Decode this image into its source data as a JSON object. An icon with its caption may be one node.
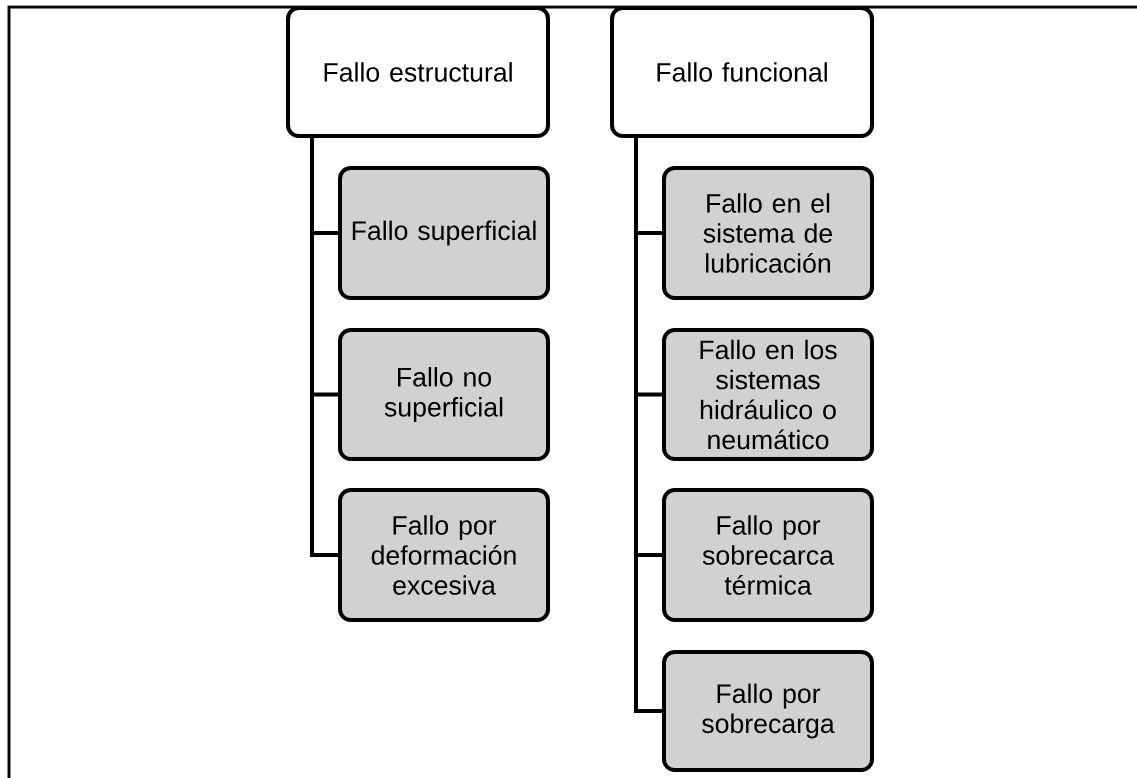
{
  "diagram": {
    "nodes": [
      {
        "text": [
          "Fallo estructural"
        ]
      },
      {
        "text": [
          "Fallo superficial"
        ]
      },
      {
        "text": [
          "Fallo no superficial"
        ]
      },
      {
        "text": [
          "Fallo por deformación excesiva"
        ]
      },
      {
        "text": [
          "Fallo funcional"
        ]
      },
      {
        "text": [
          "Fallo en el sistema de lubricación"
        ]
      },
      {
        "text": [
          "Fallo en los sistemas hidráulico o neumático"
        ]
      },
      {
        "text": [
          "Fallo por sobrecarca térmica"
        ]
      },
      {
        "text": [
          "Fallo por sobrecarga"
        ]
      }
    ],
    "edges": [
      {
        "from": 0,
        "to": 1,
        "arrow": "none"
      },
      {
        "from": 0,
        "to": 2,
        "arrow": "none"
      },
      {
        "from": 0,
        "to": 3,
        "arrow": "none"
      },
      {
        "from": 4,
        "to": 5,
        "arrow": "none"
      },
      {
        "from": 4,
        "to": 6,
        "arrow": "none"
      },
      {
        "from": 4,
        "to": 7,
        "arrow": "none"
      },
      {
        "from": 4,
        "to": 8,
        "arrow": "none"
      }
    ]
  }
}
